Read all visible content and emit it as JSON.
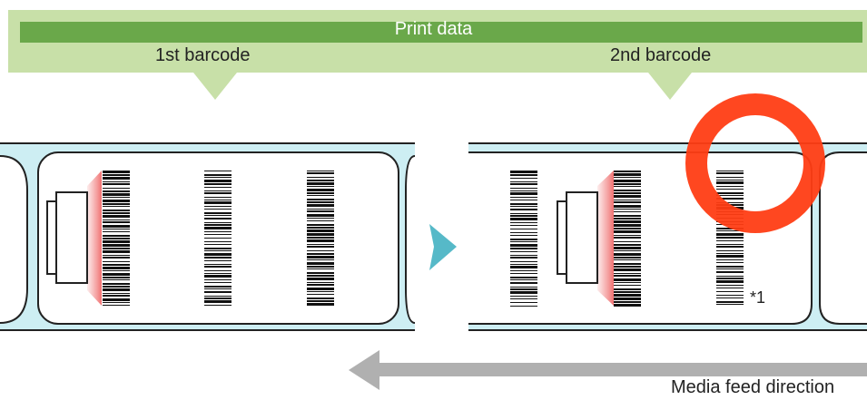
{
  "header": {
    "title": "Print data",
    "barcode_labels": [
      "1st barcode",
      "2nd barcode"
    ]
  },
  "annotation": "*1",
  "feed_direction_label": "Media feed direction",
  "colors": {
    "header_light": "#c8e0a8",
    "header_bar": "#6aa84a",
    "media_fill": "#cdeef3",
    "scan_beam": "#f08080",
    "feed_arrow_right": "#56b9c8",
    "feed_arrow_left": "#b0b0b0",
    "highlight_ring": "#ff3d14"
  },
  "icons": [
    "scanner-icon",
    "barcode-icon",
    "highlight-circle-icon",
    "arrow-right-icon",
    "arrow-left-icon"
  ]
}
